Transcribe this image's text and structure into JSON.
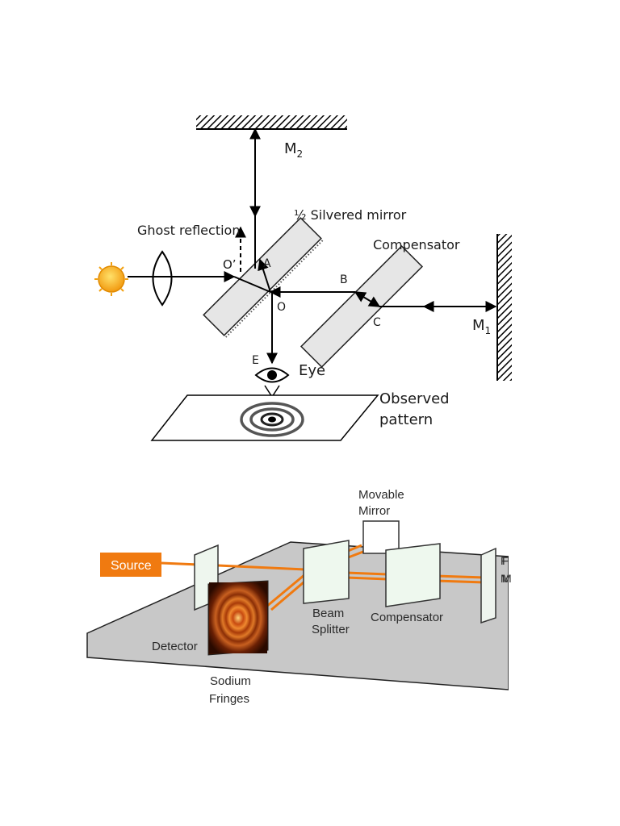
{
  "diagram_top": {
    "labels": {
      "m2_main": "M",
      "m2_sub": "2",
      "m1_main": "M",
      "m1_sub": "1",
      "half_silvered": "½ Silvered mirror",
      "ghost": "Ghost reflection",
      "compensator": "Compensator",
      "point_o_prime": "O’",
      "point_a": "A",
      "point_o": "O",
      "point_b": "B",
      "point_c": "C",
      "point_e": "E",
      "eye": "Eye",
      "observed_line1": "Observed",
      "observed_line2": "pattern"
    },
    "colors": {
      "sun": "#f5b21a",
      "plate": "#e6e6e6"
    }
  },
  "diagram_bottom": {
    "labels": {
      "source": "Source",
      "movable_line1": "Movable",
      "movable_line2": "Mirror",
      "beam_line1": "Beam",
      "beam_line2": "Splitter",
      "compensator": "Compensator",
      "detector": "Detector",
      "sodium_line1": "Sodium",
      "sodium_line2": "Fringes",
      "fixed_partial_1": "F",
      "fixed_partial_2": "M"
    },
    "colors": {
      "beam": "#f07a10",
      "source_box": "#f07a10",
      "table": "#c8c8c8",
      "fringes": "#c04a10"
    }
  }
}
